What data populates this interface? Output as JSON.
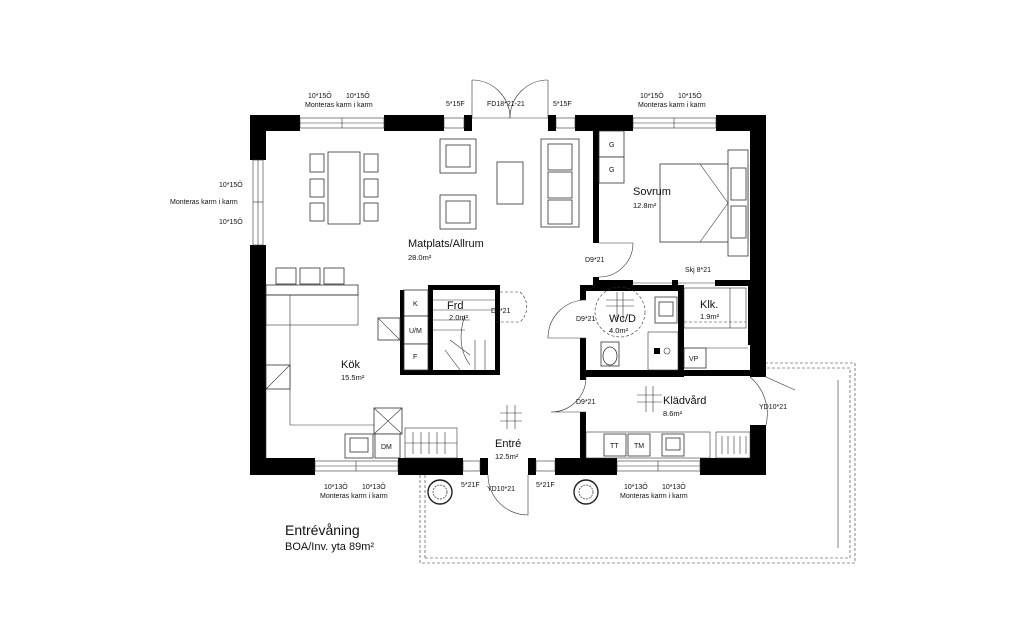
{
  "plan": {
    "title": "Entrévåning",
    "subtitle": "BOA/Inv. yta 89m²"
  },
  "rooms": {
    "matplats": {
      "name": "Matplats/Allrum",
      "area": "28.0m²"
    },
    "sovrum": {
      "name": "Sovrum",
      "area": "12.8m²"
    },
    "frd": {
      "name": "Frd",
      "area": "2.0m²"
    },
    "wcd": {
      "name": "Wc/D",
      "area": "4.0m²"
    },
    "klk": {
      "name": "Klk.",
      "area": "1.9m²"
    },
    "kok": {
      "name": "Kök",
      "area": "15.5m²"
    },
    "entre": {
      "name": "Entré",
      "area": "12.5m²"
    },
    "kladvard": {
      "name": "Klädvård",
      "area": "8.6m²"
    }
  },
  "windows": {
    "top_left": {
      "a": "10*15Ö",
      "b": "10*15Ö",
      "note": "Monteras karm i karm"
    },
    "top_right": {
      "a": "10*15Ö",
      "b": "10*15Ö",
      "note": "Monteras karm i karm"
    },
    "left": {
      "a": "10*15Ö",
      "note": "Monteras karm i karm",
      "b": "10*15Ö"
    },
    "bottom_left": {
      "a": "10*13Ö",
      "b": "10*13Ö",
      "note": "Monteras karm i karm"
    },
    "bottom_right": {
      "a": "10*13Ö",
      "b": "10*13Ö",
      "note": "Monteras karm i karm"
    },
    "top_small_left": "5*15F",
    "top_small_right": "5*15F",
    "bottom_small_left": "5*21F",
    "bottom_small_right": "5*21F"
  },
  "doors": {
    "patio": "FD18*21-21",
    "sovrum": "D9*21",
    "frd": "D9*21",
    "wcd": "D9*21",
    "kladvard": "D9*21",
    "skj": "Skj 8*21",
    "entry": "YD10*21",
    "side": "YD10*21"
  },
  "fixtures": {
    "wardrobe_1": "G",
    "wardrobe_2": "G",
    "kitchen_k": "K",
    "kitchen_um": "U/M",
    "kitchen_f": "F",
    "dishwasher": "DM",
    "washer": "TT",
    "dryer": "TM",
    "vp": "VP"
  }
}
